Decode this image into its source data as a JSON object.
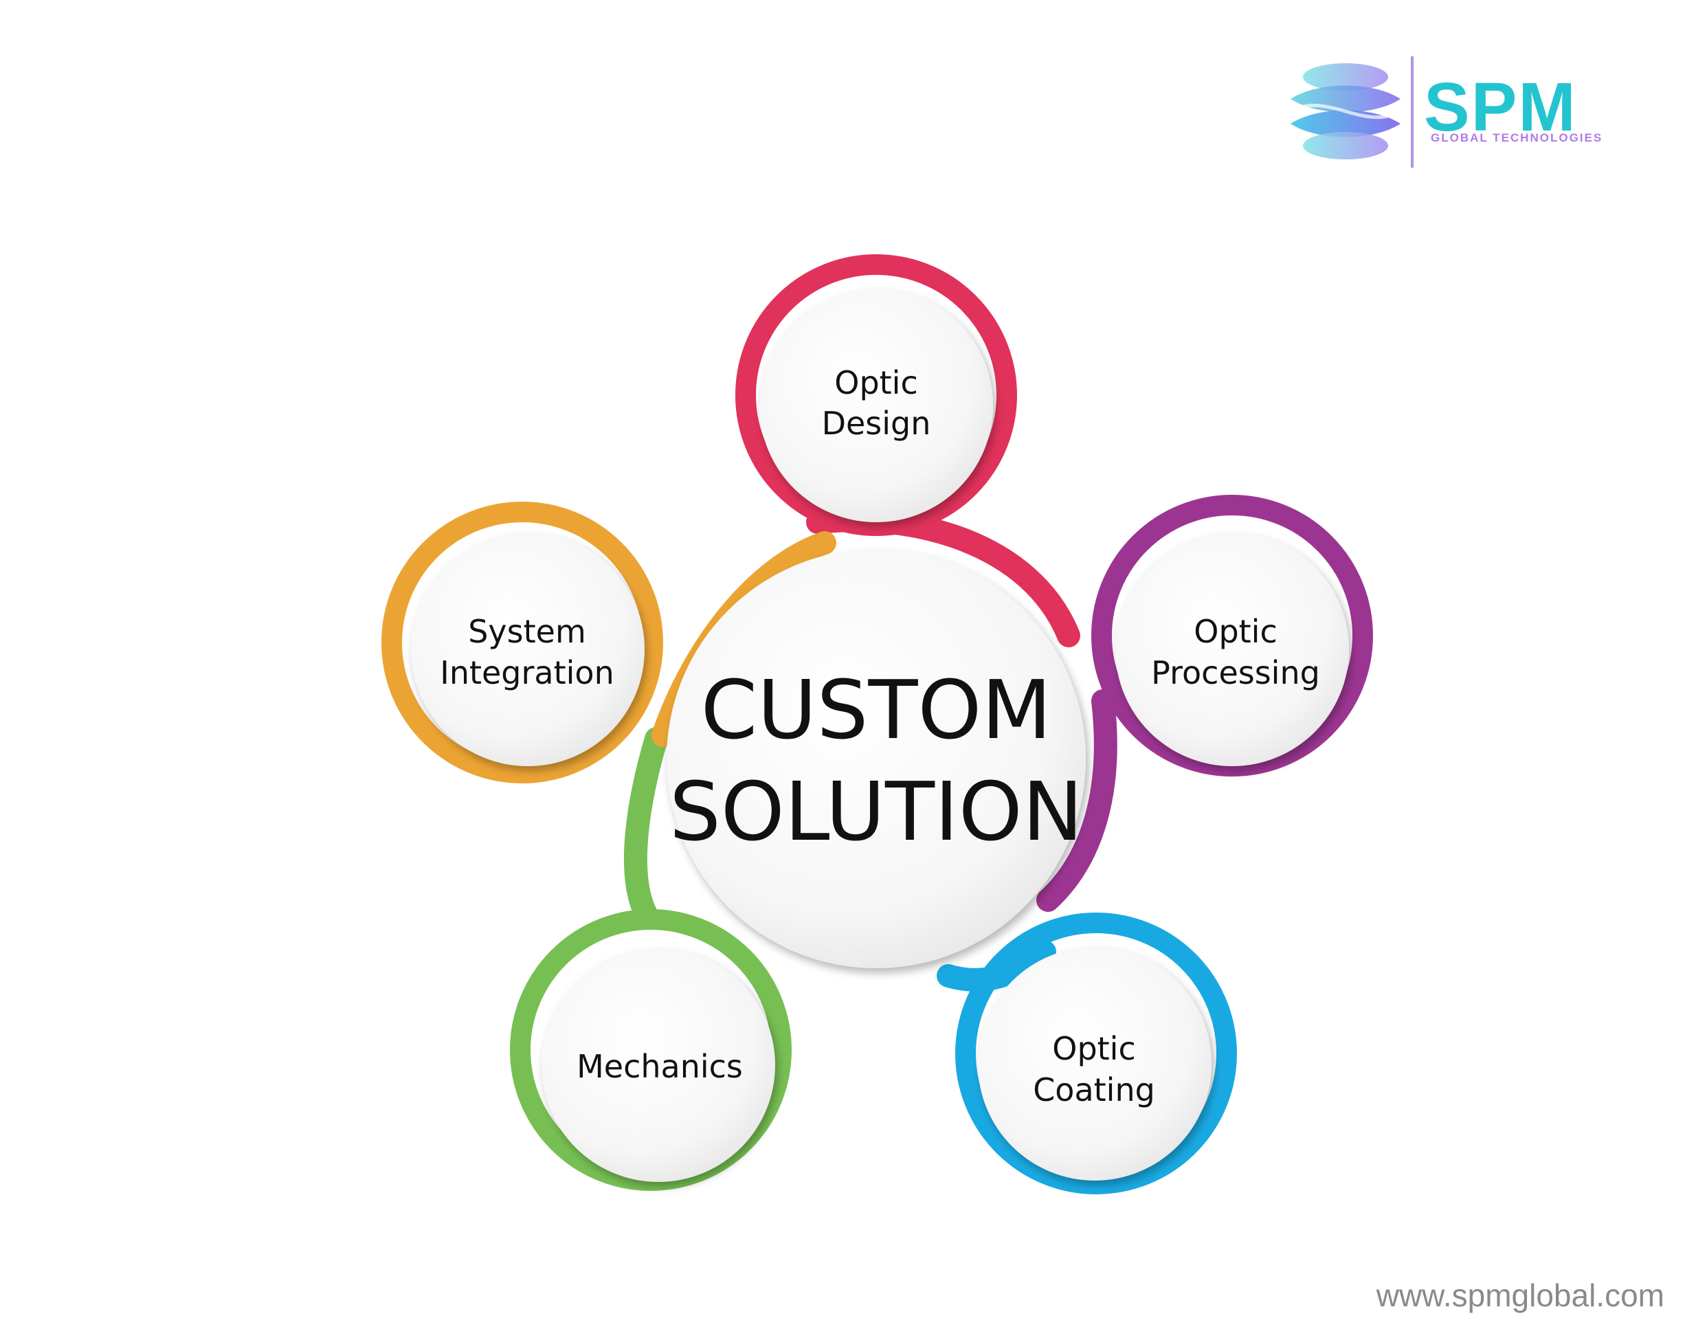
{
  "brand": {
    "name": "SPM",
    "tagline": "GLOBAL TECHNOLOGIES",
    "icon": "spm-logo-icon",
    "colors": {
      "cyan": "#23c4cf",
      "purple": "#a66ee6",
      "tagline": "#b07ae8",
      "divider": "#b592e3"
    }
  },
  "center": {
    "line1": "CUSTOM",
    "line2": "SOLUTION"
  },
  "nodes": [
    {
      "id": "optic-design",
      "line1": "Optic",
      "line2": "Design",
      "color": "#e0325a"
    },
    {
      "id": "optic-processing",
      "line1": "Optic",
      "line2": "Processing",
      "color": "#9c3592"
    },
    {
      "id": "optic-coating",
      "line1": "Optic",
      "line2": "Coating",
      "color": "#19a9e2"
    },
    {
      "id": "mechanics",
      "line1": "Mechanics",
      "line2": "",
      "color": "#77bf53"
    },
    {
      "id": "system-integration",
      "line1": "System",
      "line2": "Integration",
      "color": "#eba433"
    }
  ],
  "footer": {
    "url": "www.spmglobal.com"
  }
}
